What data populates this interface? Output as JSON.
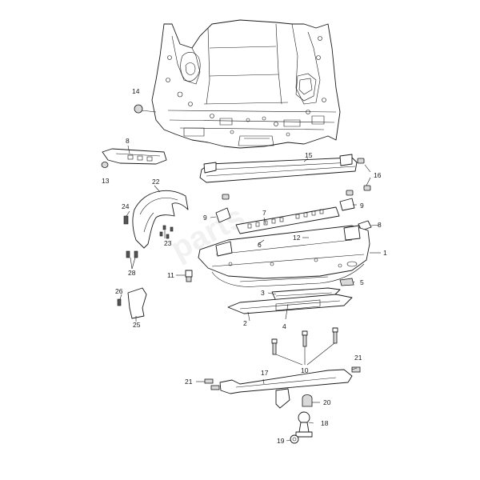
{
  "watermark": "parts",
  "callouts": {
    "c1": "1",
    "c2": "2",
    "c3": "3",
    "c4": "4",
    "c5": "5",
    "c6": "6",
    "c7": "7",
    "c8a": "8",
    "c8b": "8",
    "c9a": "9",
    "c9b": "9",
    "c10": "10",
    "c11": "11",
    "c12": "12",
    "c13": "13",
    "c14": "14",
    "c15": "15",
    "c16": "16",
    "c17": "17",
    "c18": "18",
    "c19": "19",
    "c20": "20",
    "c21a": "21",
    "c21b": "21",
    "c22": "22",
    "c23": "23",
    "c24": "24",
    "c25": "25",
    "c26": "26",
    "c28": "28"
  }
}
